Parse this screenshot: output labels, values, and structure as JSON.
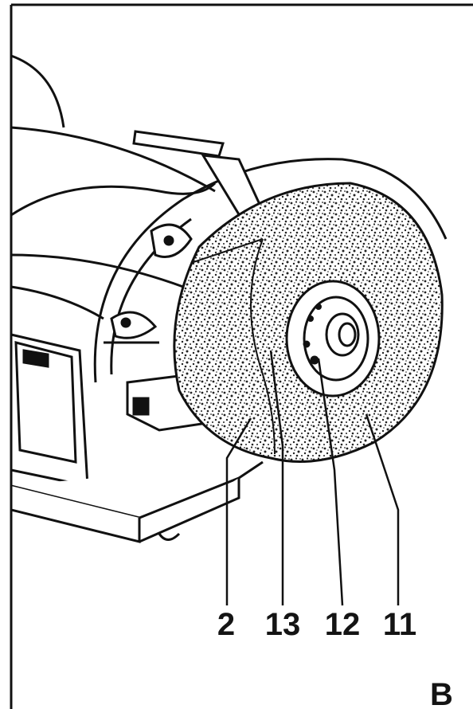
{
  "figure": {
    "letter": "B",
    "callouts": [
      {
        "id": "callout-2",
        "text": "2"
      },
      {
        "id": "callout-13",
        "text": "13"
      },
      {
        "id": "callout-12",
        "text": "12"
      },
      {
        "id": "callout-11",
        "text": "11"
      }
    ]
  }
}
